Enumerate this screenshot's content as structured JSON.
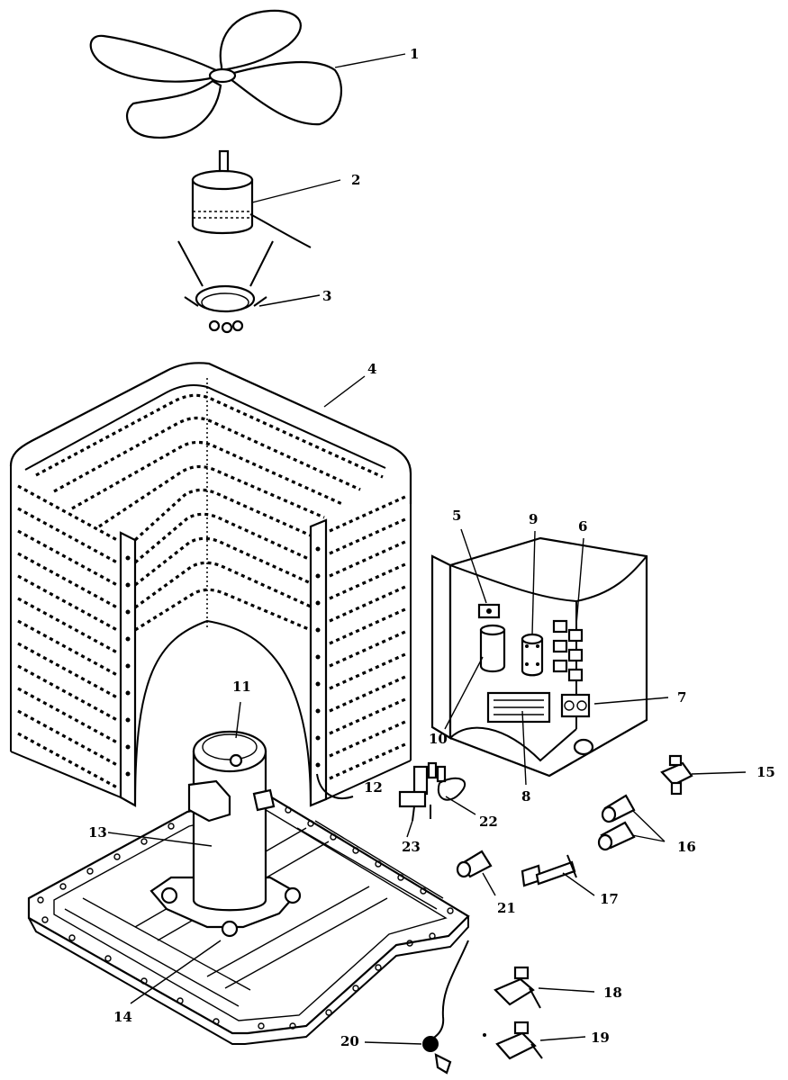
{
  "diagram": {
    "callouts": [
      {
        "id": "1"
      },
      {
        "id": "2"
      },
      {
        "id": "3"
      },
      {
        "id": "4"
      },
      {
        "id": "5"
      },
      {
        "id": "6"
      },
      {
        "id": "7"
      },
      {
        "id": "8"
      },
      {
        "id": "9"
      },
      {
        "id": "10"
      },
      {
        "id": "11"
      },
      {
        "id": "12"
      },
      {
        "id": "13"
      },
      {
        "id": "14"
      },
      {
        "id": "15"
      },
      {
        "id": "16"
      },
      {
        "id": "17"
      },
      {
        "id": "18"
      },
      {
        "id": "19"
      },
      {
        "id": "20"
      },
      {
        "id": "21"
      },
      {
        "id": "22"
      },
      {
        "id": "23"
      }
    ],
    "callout_labels": {
      "c1": "1",
      "c2": "2",
      "c3": "3",
      "c4": "4",
      "c5": "5",
      "c6": "6",
      "c7": "7",
      "c8": "8",
      "c9": "9",
      "c10": "10",
      "c11": "11",
      "c12": "12",
      "c13": "13",
      "c14": "14",
      "c15": "15",
      "c16": "16",
      "c17": "17",
      "c18": "18",
      "c19": "19",
      "c20": "20",
      "c21": "21",
      "c22": "22",
      "c23": "23"
    }
  }
}
